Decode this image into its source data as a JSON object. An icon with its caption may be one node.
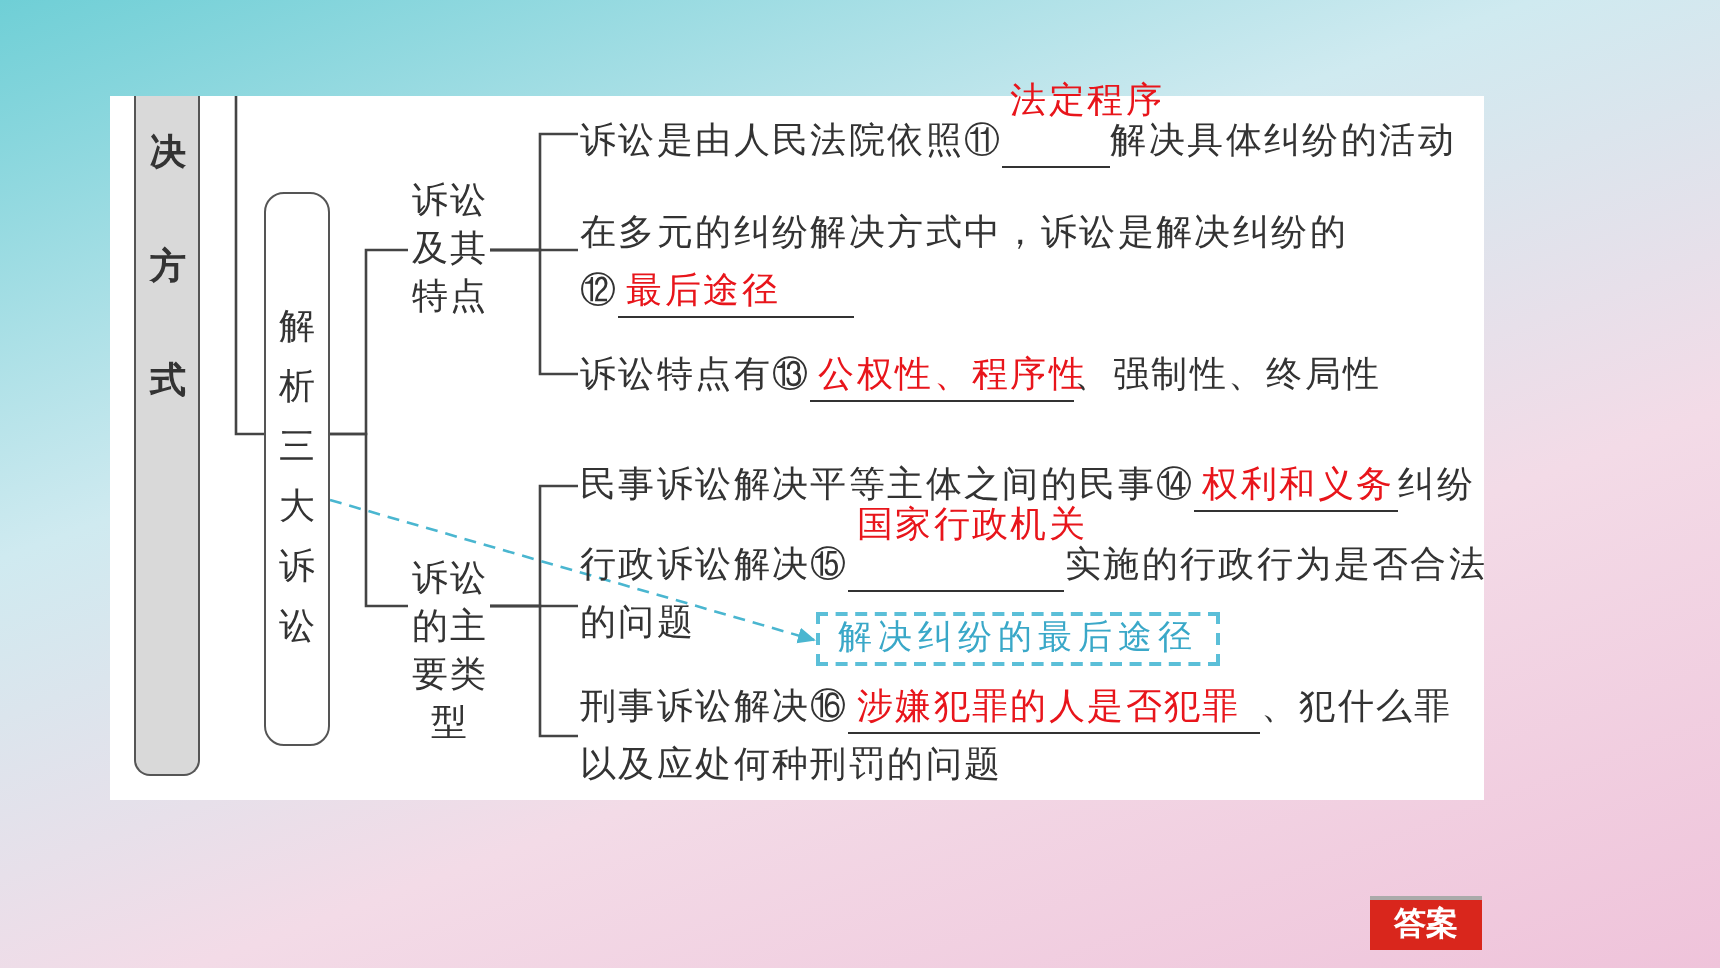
{
  "diagram": {
    "nodes": [
      {
        "text": [
          "决方式"
        ]
      },
      {
        "text": [
          "解析三大诉讼"
        ]
      },
      {
        "text": [
          "诉讼及其特点"
        ]
      },
      {
        "text": [
          "诉讼的主要类型"
        ]
      },
      {
        "text": [
          "诉讼是由人民法院依照⑪",
          "法定程序",
          "解决具体纠纷的活动"
        ]
      },
      {
        "text": [
          "在多元的纠纷解决方式中，诉讼是解决纠纷的⑫",
          "最后途径"
        ]
      },
      {
        "text": [
          "诉讼特点有⑬",
          "公权性、程序性",
          "、强制性、终局性"
        ]
      },
      {
        "text": [
          "民事诉讼解决平等主体之间的民事⑭",
          "权利和义务",
          "纠纷"
        ]
      },
      {
        "text": [
          "行政诉讼解决⑮",
          "国家行政机关",
          "实施的行政行为是否合法的问题"
        ]
      },
      {
        "text": [
          "刑事诉讼解决⑯",
          "涉嫌犯罪的人是否犯罪",
          "、犯什么罪以及应处何种刑罚的问题"
        ]
      },
      {
        "text": [
          "解决纠纷的最后途径"
        ]
      }
    ],
    "edges": [
      {
        "from": null,
        "to": 1,
        "arrow": "none"
      },
      {
        "from": 1,
        "to": 2,
        "arrow": "none"
      },
      {
        "from": 1,
        "to": 3,
        "arrow": "none"
      },
      {
        "from": 2,
        "to": 4,
        "arrow": "none"
      },
      {
        "from": 2,
        "to": 5,
        "arrow": "none"
      },
      {
        "from": 2,
        "to": 6,
        "arrow": "none"
      },
      {
        "from": 3,
        "to": 7,
        "arrow": "none"
      },
      {
        "from": 3,
        "to": 8,
        "arrow": "none"
      },
      {
        "from": 3,
        "to": 9,
        "arrow": "none"
      },
      {
        "from": 1,
        "to": 10,
        "arrow": "to",
        "style": "dashed",
        "color": "#4ab6d0"
      }
    ],
    "labels": [
      "答案"
    ]
  }
}
